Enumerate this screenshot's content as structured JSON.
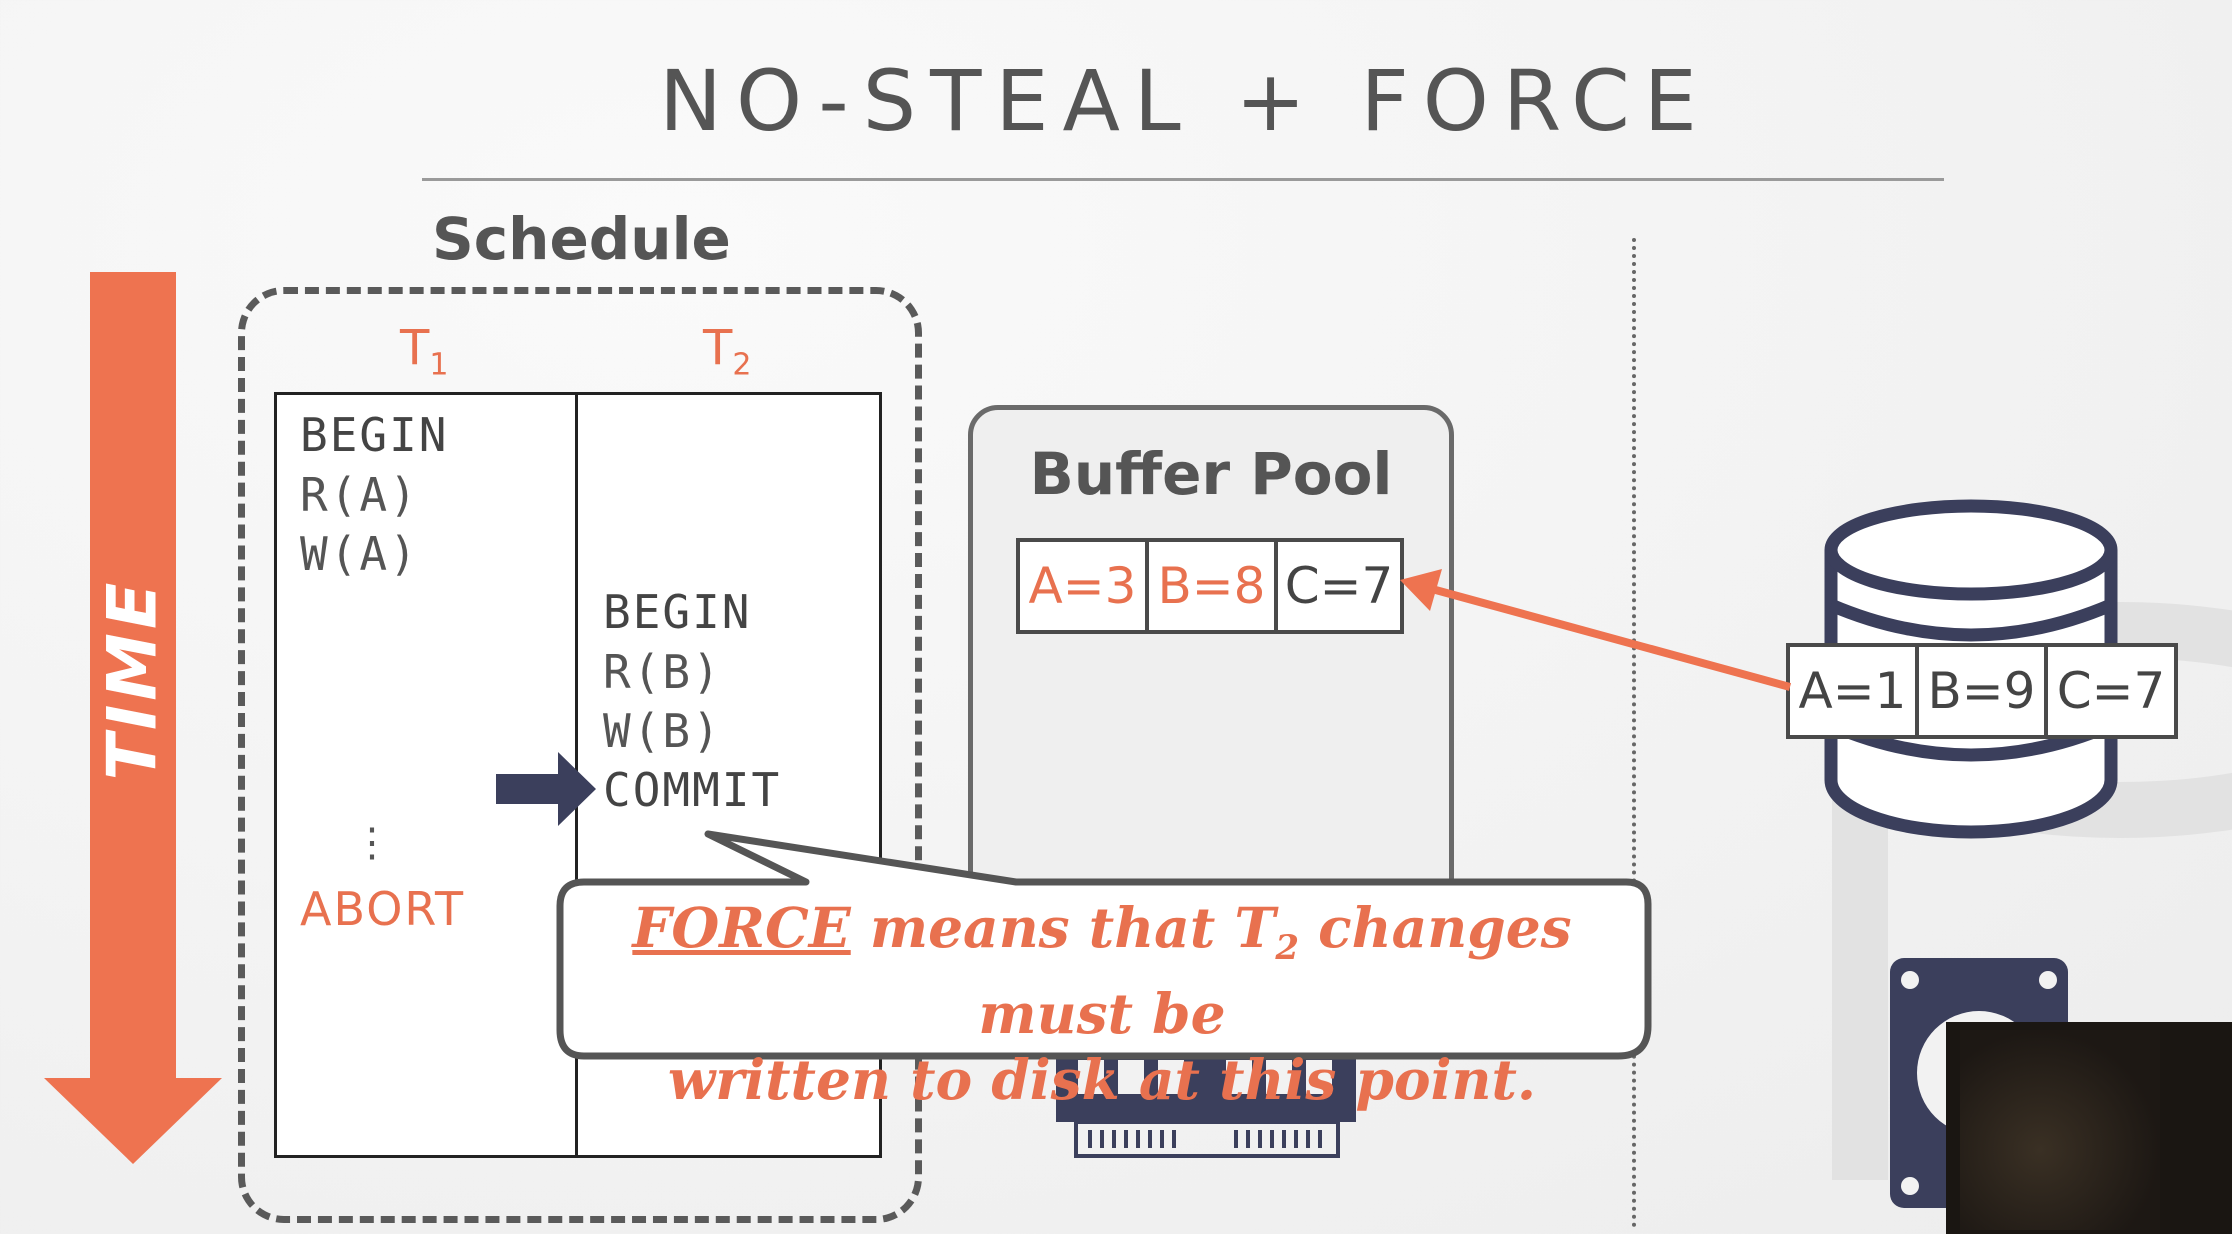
{
  "slide": {
    "title": "NO-STEAL + FORCE",
    "time_label": "TIME"
  },
  "schedule": {
    "label": "Schedule",
    "t1": {
      "letter": "T",
      "subscript": "1"
    },
    "t2": {
      "letter": "T",
      "subscript": "2"
    },
    "t1_ops": [
      "BEGIN",
      "R(A)",
      "W(A)",
      "⋮",
      "ABORT"
    ],
    "t2_ops": [
      "BEGIN",
      "R(B)",
      "W(B)",
      "COMMIT"
    ]
  },
  "buffer_pool": {
    "label": "Buffer Pool",
    "cells": [
      "A=3",
      "B=8",
      "C=7"
    ]
  },
  "disk": {
    "cells": [
      "A=1",
      "B=9",
      "C=7"
    ]
  },
  "callout": {
    "force_word": "FORCE",
    "middle": " means that T",
    "subscript": "2",
    "after": " changes must be",
    "line2": "written to disk at this point."
  },
  "colors": {
    "accent": "#ee7350",
    "accent_text": "#e8714f",
    "pointer": "#3b3f5c",
    "dark": "#4a4a4a"
  },
  "icons": [
    "time-arrow",
    "pointer-arrow-icon",
    "database-icon",
    "memory-chip-icon",
    "disk-drive-icon"
  ]
}
